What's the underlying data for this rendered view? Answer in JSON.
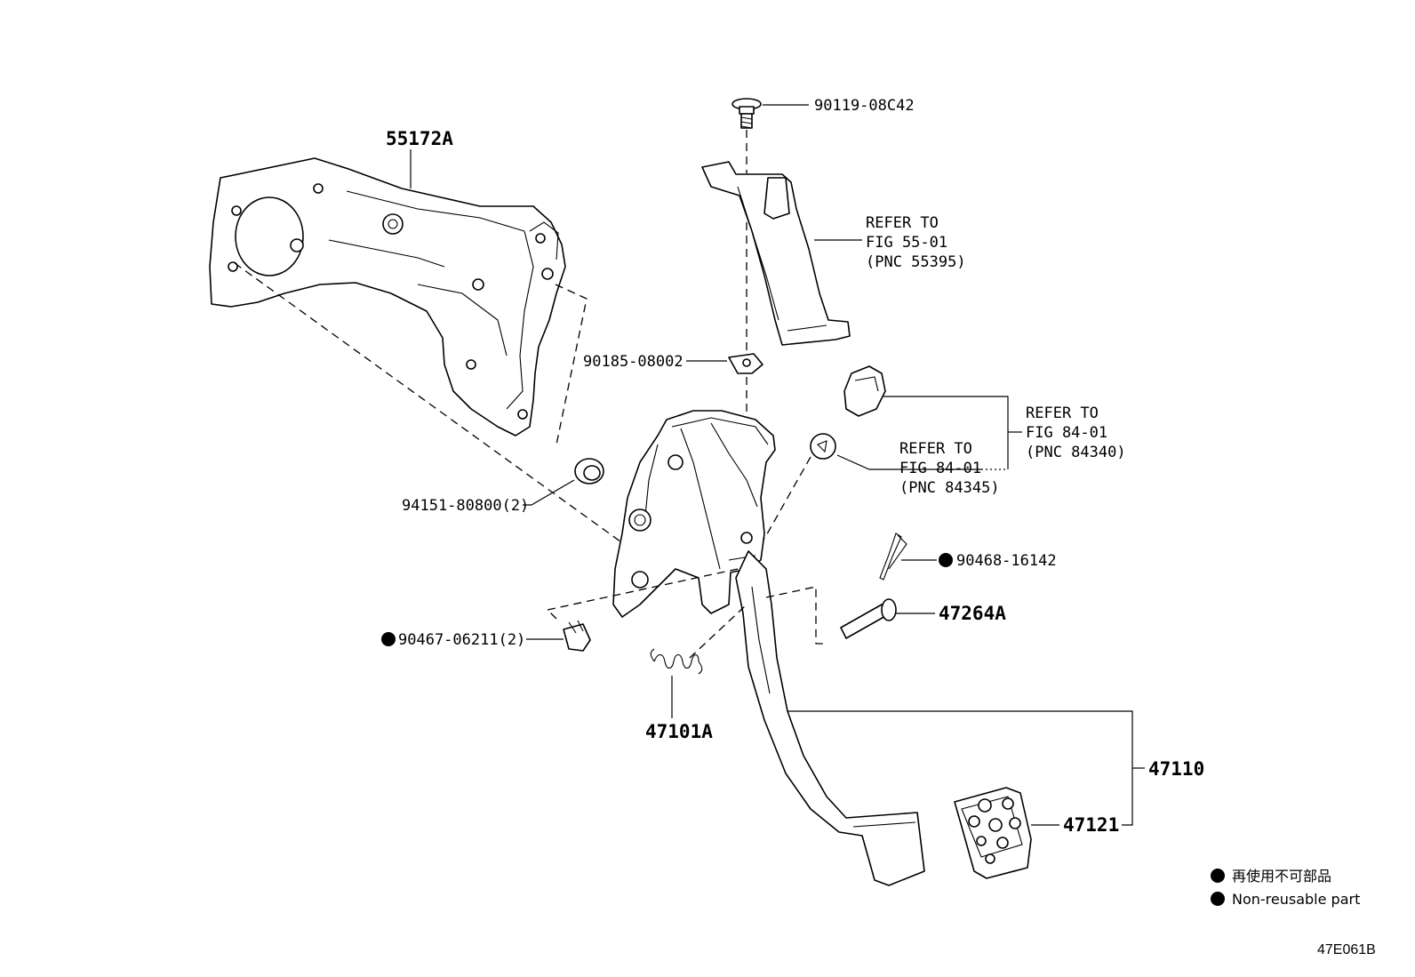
{
  "diagram": {
    "parts": {
      "p55172A": "55172A",
      "p90119": "90119-08C42",
      "p90185": "90185-08002",
      "p94151": "94151-80800(2)",
      "p90468": "90468-16142",
      "p47264A": "47264A",
      "p90467": "90467-06211(2)",
      "p47101A": "47101A",
      "p47110": "47110",
      "p47121": "47121"
    },
    "refs": {
      "ref1": [
        "REFER TO",
        "FIG 55-01",
        "(PNC 55395)"
      ],
      "ref2": [
        "REFER TO",
        "FIG 84-01",
        "(PNC 84340)"
      ],
      "ref3": [
        "REFER TO",
        "FIG 84-01",
        "(PNC 84345)"
      ]
    },
    "legend": {
      "jp": "再使用不可部品",
      "en": "Non-reusable part"
    },
    "figure_id": "47E061B"
  }
}
